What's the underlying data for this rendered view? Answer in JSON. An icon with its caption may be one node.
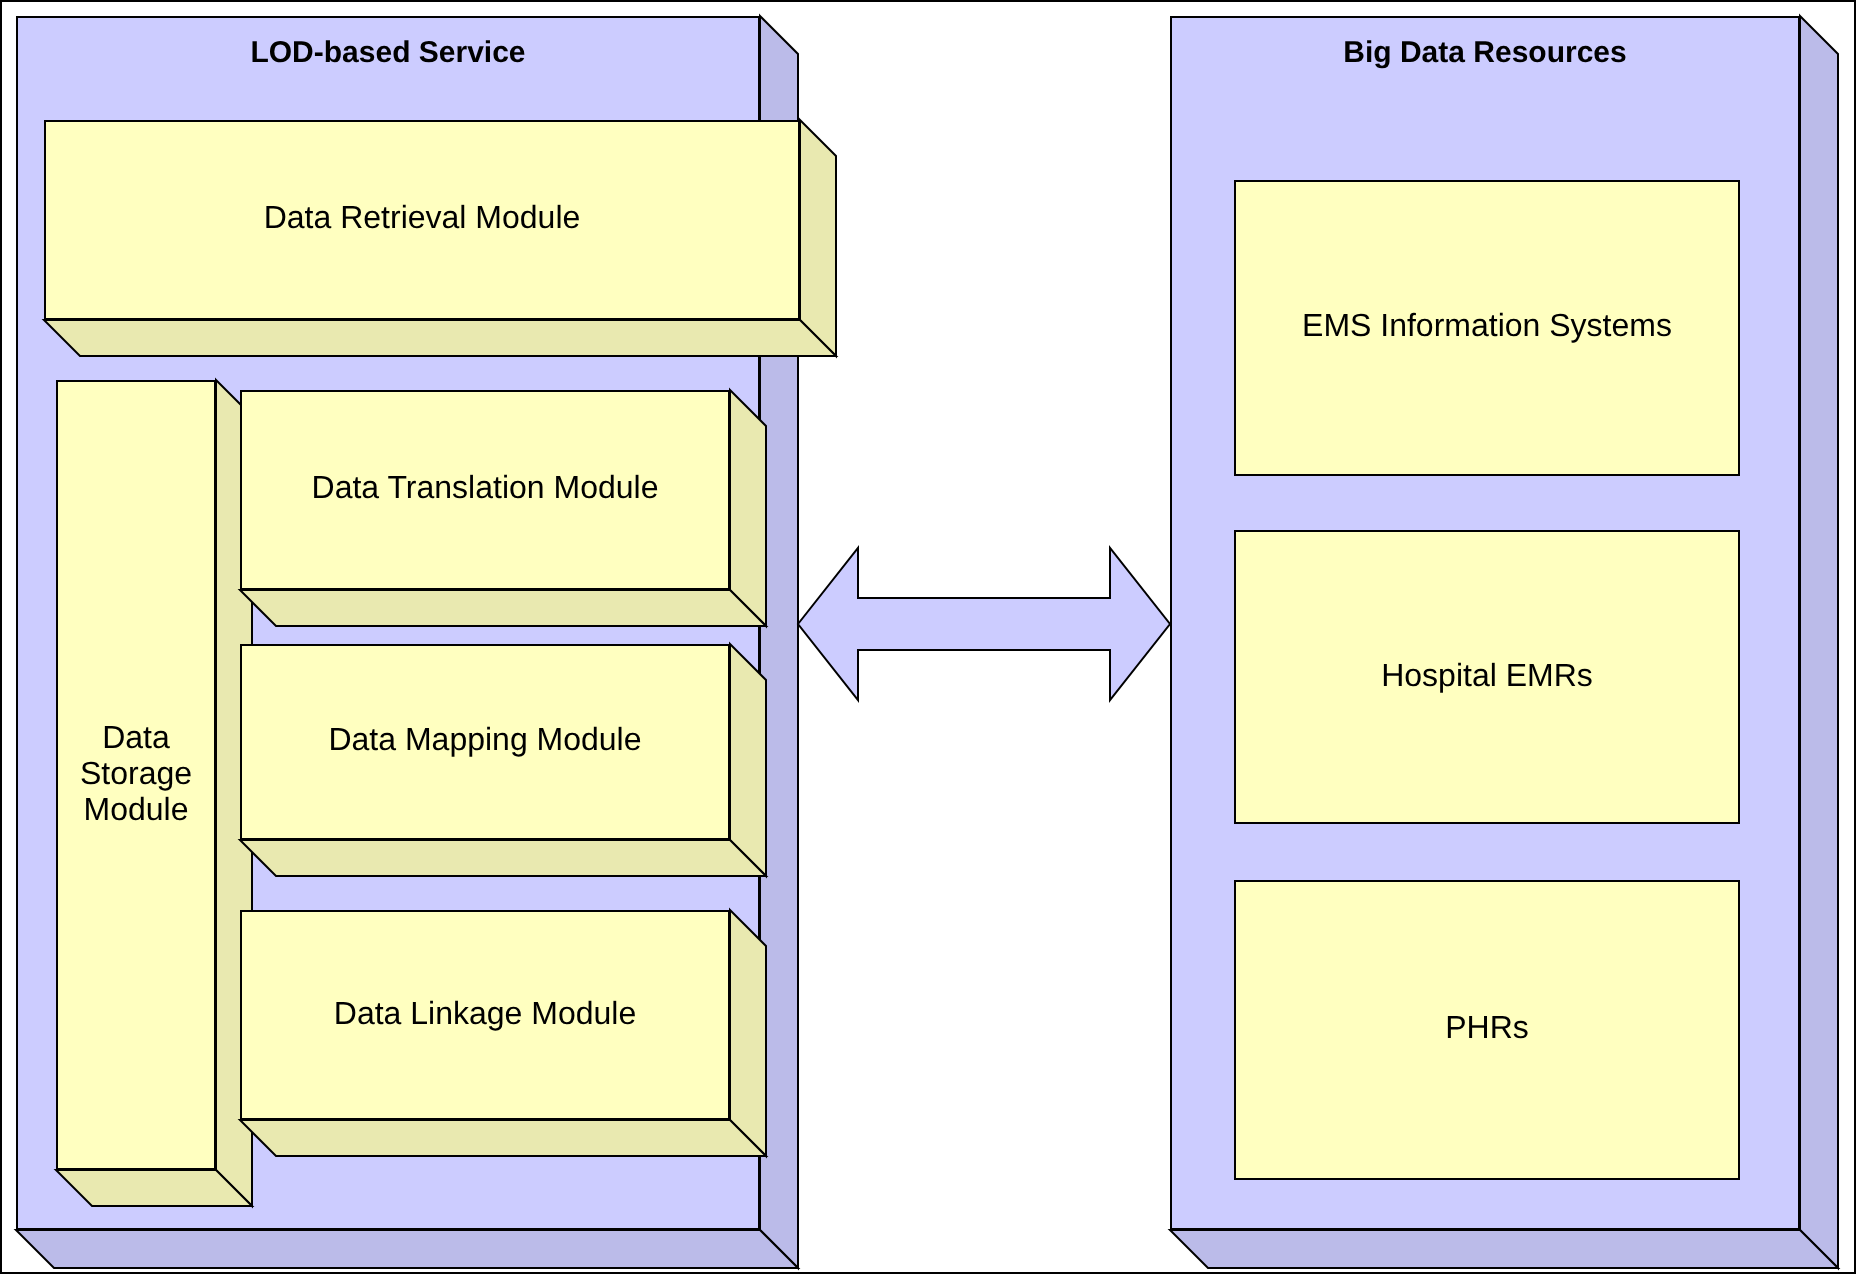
{
  "diagram": {
    "nodes": [
      {
        "text": [
          "LOD-based Service"
        ]
      },
      {
        "text": [
          "Data Retrieval Module"
        ],
        "in": 0
      },
      {
        "text": [
          "Data Storage Module"
        ],
        "in": 0
      },
      {
        "text": [
          "Data Translation Module"
        ],
        "in": 0
      },
      {
        "text": [
          "Data Mapping Module"
        ],
        "in": 0
      },
      {
        "text": [
          "Data Linkage Module"
        ],
        "in": 0
      },
      {
        "text": [
          "Big Data Resources"
        ]
      },
      {
        "text": [
          "EMS Information Systems"
        ],
        "in": 6
      },
      {
        "text": [
          "Hospital EMRs"
        ],
        "in": 6
      },
      {
        "text": [
          "PHRs"
        ],
        "in": 6
      }
    ],
    "edges": [
      {
        "from": 0,
        "to": 6,
        "arrow": "both"
      }
    ]
  }
}
